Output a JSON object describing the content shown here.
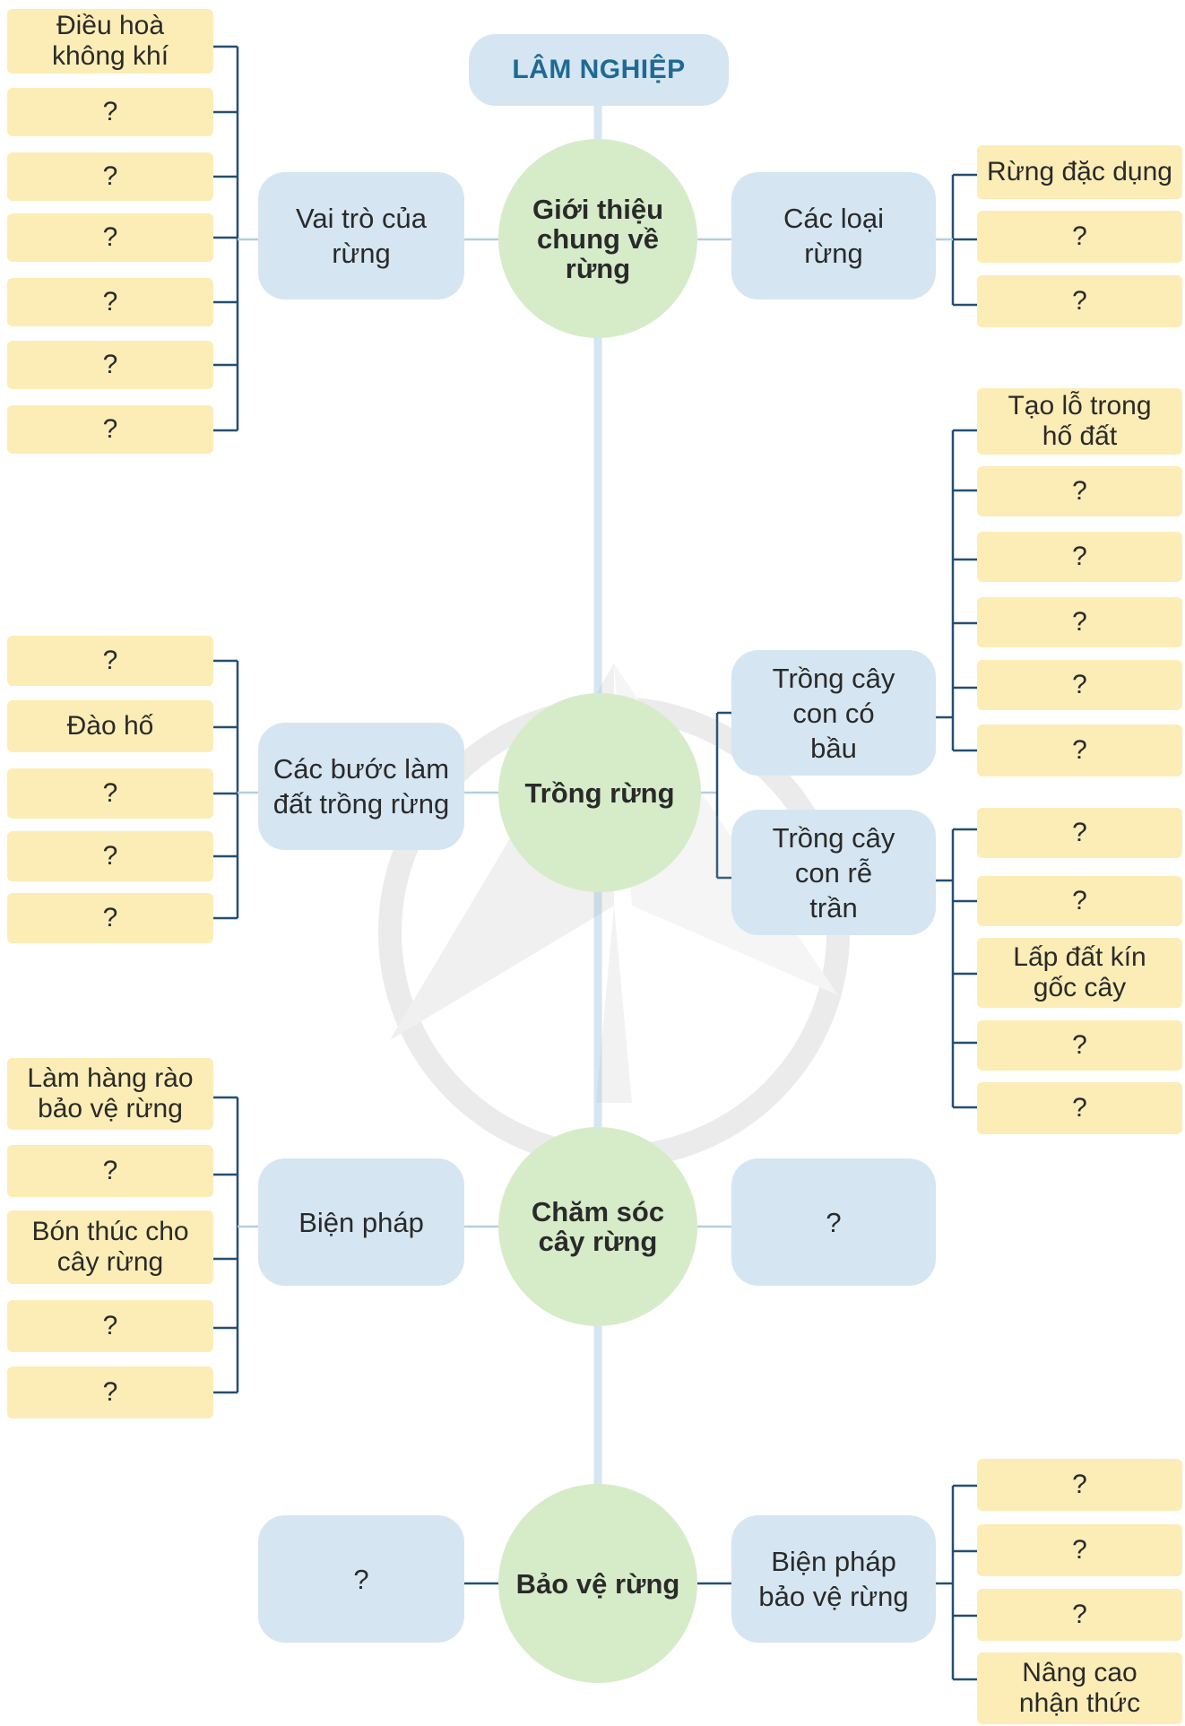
{
  "root": "LÂM NGHIỆP",
  "topics": {
    "t1": "Giới thiệu chung về rừng",
    "t2": "Trồng rừng",
    "t3": "Chăm sóc cây rừng",
    "t4": "Bảo vệ rừng"
  },
  "branches": {
    "vai_tro": "Vai trò của rừng",
    "cac_loai": "Các loại rừng",
    "cac_buoc": "Các bước làm đất trồng rừng",
    "co_bau": "Trồng cây con có bầu",
    "re_tran": "Trồng cây con rễ trần",
    "bien_phap": "Biện pháp",
    "cham_soc_right": "?",
    "bao_ve_left": "?",
    "bien_phap_bao_ve": "Biện pháp bảo vệ rừng"
  },
  "leaves": {
    "vai_tro": [
      "Điều hoà không khí",
      "?",
      "?",
      "?",
      "?",
      "?",
      "?"
    ],
    "cac_loai": [
      "Rừng đặc dụng",
      "?",
      "?"
    ],
    "cac_buoc": [
      "?",
      "Đào hố",
      "?",
      "?",
      "?"
    ],
    "co_bau": [
      "Tạo lỗ trong hố đất",
      "?",
      "?",
      "?",
      "?",
      "?"
    ],
    "re_tran": [
      "?",
      "?",
      "Lấp đất kín gốc cây",
      "?",
      "?"
    ],
    "bien_phap": [
      "Làm hàng rào bảo vệ rừng",
      "?",
      "Bón thúc cho cây rừng",
      "?",
      "?"
    ],
    "bao_ve": [
      "?",
      "?",
      "?",
      "Nâng cao nhận thức"
    ]
  },
  "colors": {
    "leaf": "#fcedb6",
    "branch": "#d5e6f2",
    "topic": "#d6ecc9",
    "root_text": "#1e6a94",
    "connector": "#234f73"
  }
}
